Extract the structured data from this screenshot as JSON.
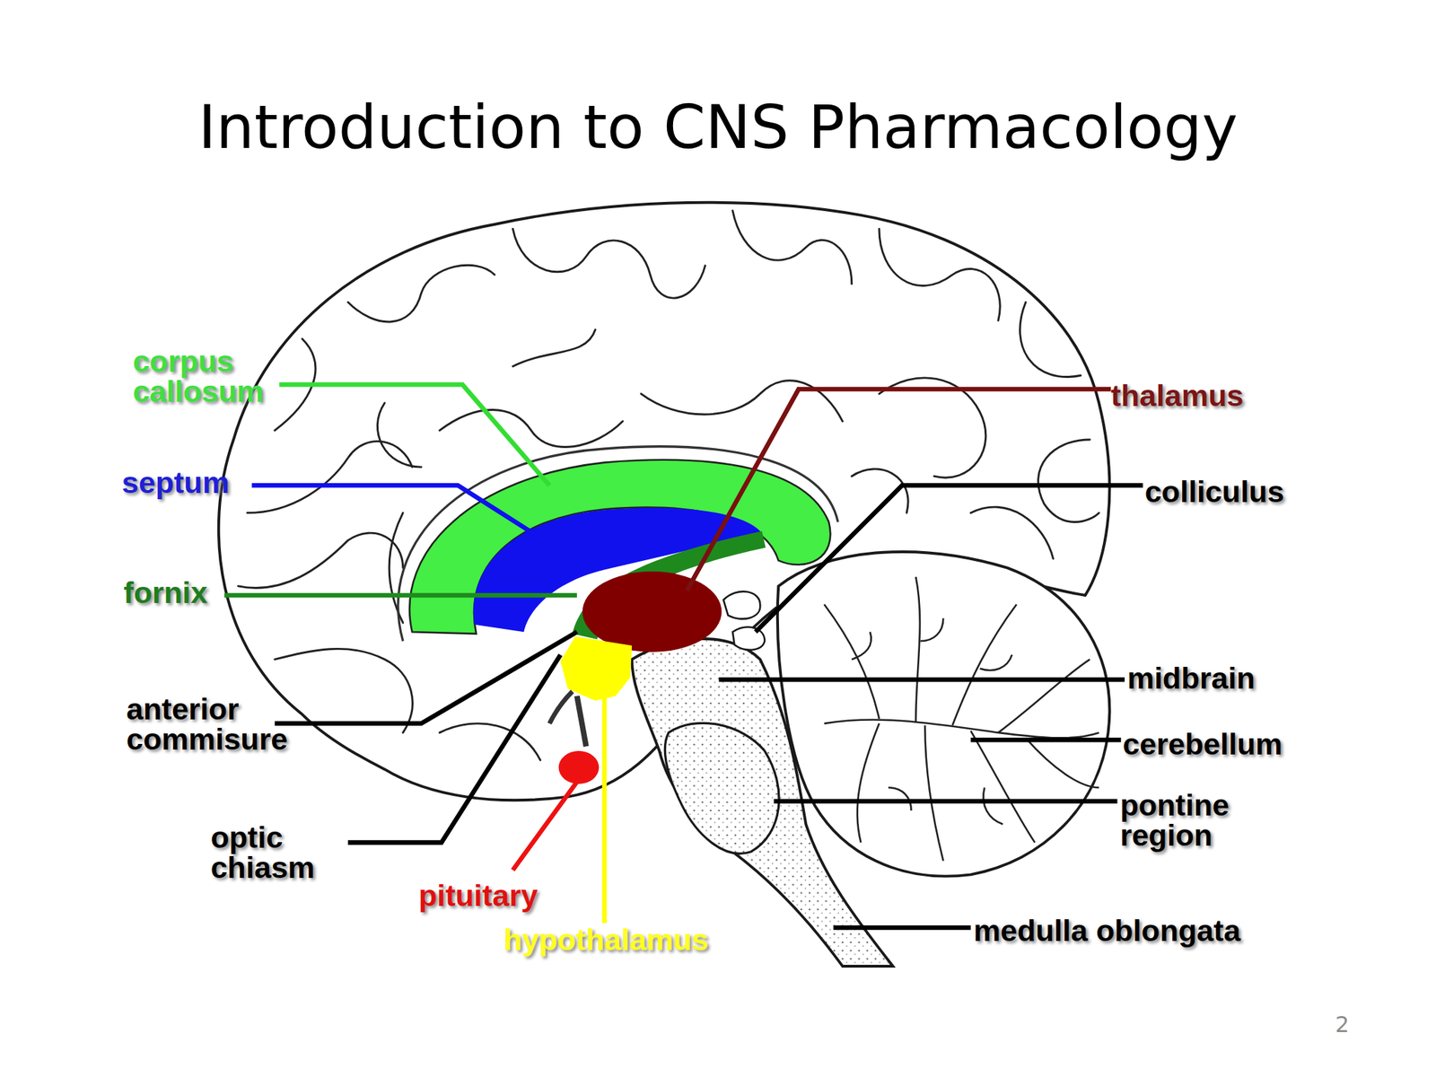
{
  "diagram": {
    "title": "Introduction to CNS Pharmacology",
    "labels": [
      "corpus callosum",
      "septum",
      "fornix",
      "anterior commisure",
      "optic chiasm",
      "pituitary",
      "hypothalamus",
      "thalamus",
      "colliculus",
      "midbrain",
      "cerebellum",
      "pontine region",
      "medulla oblongata",
      "2"
    ]
  }
}
